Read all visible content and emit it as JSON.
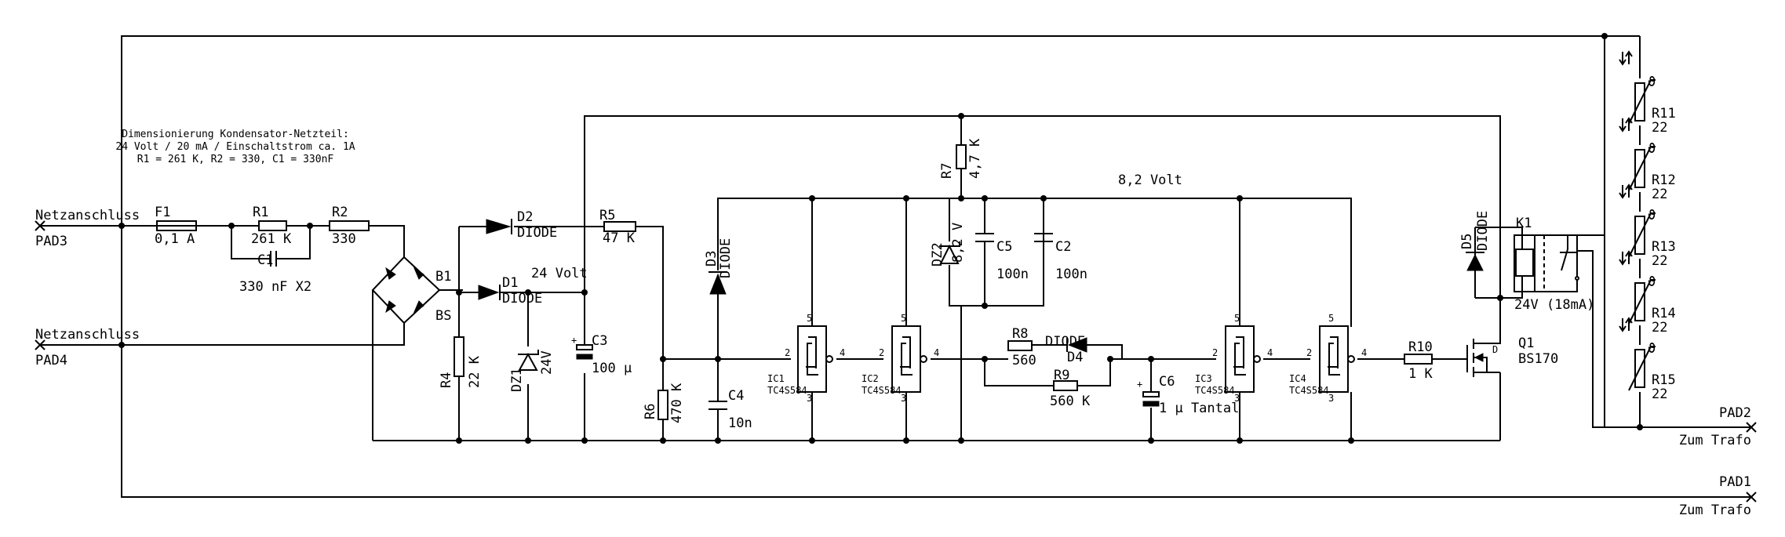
{
  "note": {
    "line1": "Dimensionierung Kondensator-Netzteil:",
    "line2": "24 Volt / 20 mA / Einschaltstrom ca. 1A",
    "line3": "R1 = 261 K, R2 = 330, C1 = 330nF"
  },
  "pads": {
    "pad3": "PAD3",
    "pad4": "PAD4",
    "pad2": "PAD2",
    "pad1": "PAD1",
    "netz_top": "Netzanschluss",
    "netz_bot": "Netzanschluss",
    "trafo_top": "Zum Trafo",
    "trafo_bot": "Zum Trafo"
  },
  "parts": {
    "f1_ref": "F1",
    "f1_val": "0,1 A",
    "r1_ref": "R1",
    "r1_val": "261 K",
    "r2_ref": "R2",
    "r2_val": "330",
    "c1_ref": "C1",
    "c1_val": "330 nF X2",
    "b1_ref": "B1",
    "b1_val": "BS",
    "d2_ref": "D2",
    "d2_val": "DIODE",
    "d1_ref": "D1",
    "d1_val": "DIODE",
    "r4_ref": "R4",
    "r4_val": "22 K",
    "dz1_ref": "DZ1",
    "dz1_val": "24V",
    "c3_ref": "C3",
    "c3_val": "100 µ",
    "r5_ref": "R5",
    "r5_val": "47 K",
    "d3_ref": "D3",
    "d3_val": "DIODE",
    "r6_ref": "R6",
    "r6_val": "470 K",
    "c4_ref": "C4",
    "c4_val": "10n",
    "r7_ref": "R7",
    "r7_val": "4,7 K",
    "dz2_ref": "DZ2",
    "dz2_val": "8,2 V",
    "c5_ref": "C5",
    "c5_val": "100n",
    "c2_ref": "C2",
    "c2_val": "100n",
    "r8_ref": "R8",
    "r8_val": "560",
    "d4_ref": "D4",
    "d4_val": "DIODE",
    "r9_ref": "R9",
    "r9_val": "560 K",
    "c6_ref": "C6",
    "c6_val": "1 µ Tantal",
    "ic1_ref": "IC1",
    "ic2_ref": "IC2",
    "ic3_ref": "IC3",
    "ic4_ref": "IC4",
    "ic_val": "TC4S584",
    "r10_ref": "R10",
    "r10_val": "1 K",
    "q1_ref": "Q1",
    "q1_val": "BS170",
    "d5_ref": "D5",
    "d5_val": "DIODE",
    "k1_ref": "K1",
    "k1_val": "24V (18mA)",
    "r11_ref": "R11",
    "r12_ref": "R12",
    "r13_ref": "R13",
    "r14_ref": "R14",
    "r15_ref": "R15",
    "ptc_val": "22",
    "pin2": "2",
    "pin3": "3",
    "pin4": "4",
    "pin5": "5"
  },
  "nets": {
    "v24": "24 Volt",
    "v82": "8,2 Volt"
  }
}
